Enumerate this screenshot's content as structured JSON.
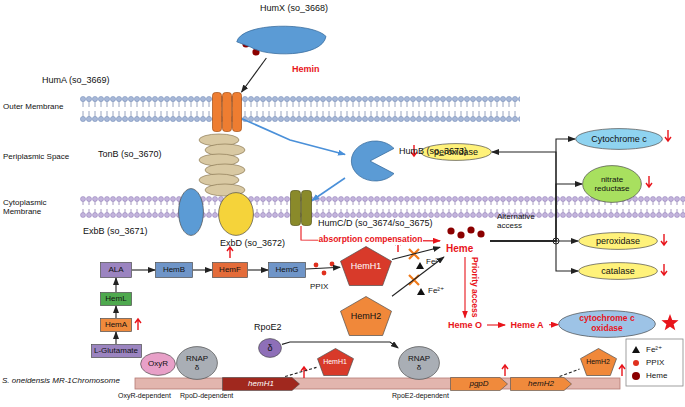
{
  "diagram": {
    "nodes": [
      {
        "text": [
          "HumX (so_3668)"
        ]
      },
      {
        "text": [
          "HumA (so_3669)"
        ]
      },
      {
        "text": [
          "HumB (so_3673)"
        ]
      },
      {
        "text": [
          "TonB (so_3670)"
        ]
      },
      {
        "text": [
          "ExbB (so_3671)"
        ]
      },
      {
        "text": [
          "ExbD (so_3672)"
        ]
      },
      {
        "text": [
          "HumC/D (so_3674/so_3675)"
        ]
      },
      {
        "text": [
          "peroxidase"
        ]
      },
      {
        "text": [
          "Cytochrome c"
        ]
      },
      {
        "text": [
          "nitrate reductase"
        ]
      },
      {
        "text": [
          "Heme"
        ]
      },
      {
        "text": [
          "peroxidase"
        ]
      },
      {
        "text": [
          "catalase"
        ]
      },
      {
        "text": [
          "L-Glutamate"
        ]
      },
      {
        "text": [
          "HemA"
        ]
      },
      {
        "text": [
          "HemL"
        ]
      },
      {
        "text": [
          "ALA"
        ]
      },
      {
        "text": [
          "HemB"
        ]
      },
      {
        "text": [
          "HemF"
        ]
      },
      {
        "text": [
          "HemG"
        ]
      },
      {
        "text": [
          "HemH1"
        ]
      },
      {
        "text": [
          "HemH2"
        ]
      },
      {
        "text": [
          "Heme O"
        ]
      },
      {
        "text": [
          "Heme A"
        ]
      },
      {
        "text": [
          "cytochrome c oxidase"
        ]
      },
      {
        "text": [
          "RpoE2",
          "δ"
        ]
      },
      {
        "text": [
          "OxyR"
        ]
      },
      {
        "text": [
          "RNAP",
          "δ"
        ]
      },
      {
        "text": [
          "hemH1"
        ]
      },
      {
        "text": [
          "HemH1"
        ]
      },
      {
        "text": [
          "RNAP",
          "δ"
        ]
      },
      {
        "text": [
          "pgpD"
        ]
      },
      {
        "text": [
          "hemH2"
        ]
      },
      {
        "text": [
          "HemH2"
        ]
      }
    ],
    "edges": [
      {
        "from": 0,
        "to": 1,
        "arrow": "to"
      },
      {
        "from": 1,
        "to": 2,
        "arrow": "to"
      },
      {
        "from": 2,
        "to": 6,
        "arrow": "to"
      },
      {
        "from": 6,
        "to": 10,
        "label": "absorption compensation",
        "arrow": "to"
      },
      {
        "from": 13,
        "to": 14,
        "arrow": "to"
      },
      {
        "from": 14,
        "to": 15,
        "arrow": "to"
      },
      {
        "from": 15,
        "to": 16,
        "arrow": "to"
      },
      {
        "from": 16,
        "to": 17,
        "arrow": "to"
      },
      {
        "from": 17,
        "to": 18,
        "arrow": "to"
      },
      {
        "from": 18,
        "to": 19,
        "arrow": "to"
      },
      {
        "from": 19,
        "to": 20,
        "arrow": "to"
      },
      {
        "from": 20,
        "to": 10,
        "arrow": "to"
      },
      {
        "from": 21,
        "to": 10,
        "arrow": "to"
      },
      {
        "from": 10,
        "to": 22,
        "label": "Priority access",
        "arrow": "to"
      },
      {
        "from": 22,
        "to": 23,
        "arrow": "to"
      },
      {
        "from": 23,
        "to": 24,
        "arrow": "to"
      },
      {
        "from": 10,
        "to": 7,
        "arrow": "to"
      },
      {
        "from": 10,
        "to": 8,
        "arrow": "to"
      },
      {
        "from": 10,
        "to": 9,
        "arrow": "to"
      },
      {
        "from": 10,
        "to": 11,
        "arrow": "to"
      },
      {
        "from": 10,
        "to": 12,
        "arrow": "to"
      },
      {
        "from": 25,
        "to": 30,
        "arrow": "to"
      },
      {
        "from": 28,
        "to": 29,
        "arrow": "none"
      },
      {
        "from": 32,
        "to": 33,
        "arrow": "none"
      }
    ],
    "labels": [
      "Hemin",
      "Outer Membrane",
      "Periplasmic Space",
      "Cytoplasmic Membrane",
      "PPIX",
      "Fe²⁺",
      "Fe²⁺",
      "Alternative access",
      "OxyR-dependent",
      "RpoD-dependent",
      "RpoE2-dependent",
      "S. oneidensis MR-1Chromosome"
    ],
    "legend": [
      {
        "text": "Fe²⁺"
      },
      {
        "text": "PPIX",
        "color": "#e0301e"
      },
      {
        "text": "Heme",
        "color": "#8b0000"
      }
    ]
  }
}
